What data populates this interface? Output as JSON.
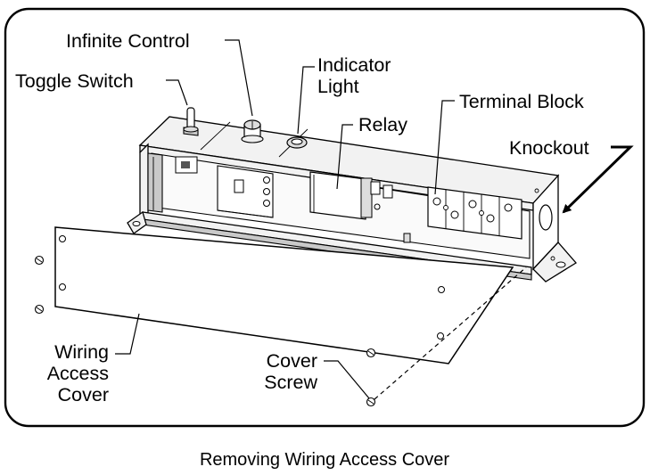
{
  "diagram": {
    "labels": {
      "infinite_control": "Infinite Control",
      "toggle_switch": "Toggle Switch",
      "indicator_light_line1": "Indicator",
      "indicator_light_line2": "Light",
      "relay": "Relay",
      "terminal_block": "Terminal Block",
      "knockout": "Knockout",
      "wiring_access_cover_line1": "Wiring",
      "wiring_access_cover_line2": "Access",
      "wiring_access_cover_line3": "Cover",
      "cover_screw_line1": "Cover",
      "cover_screw_line2": "Screw"
    },
    "caption": "Removing Wiring Access Cover"
  }
}
